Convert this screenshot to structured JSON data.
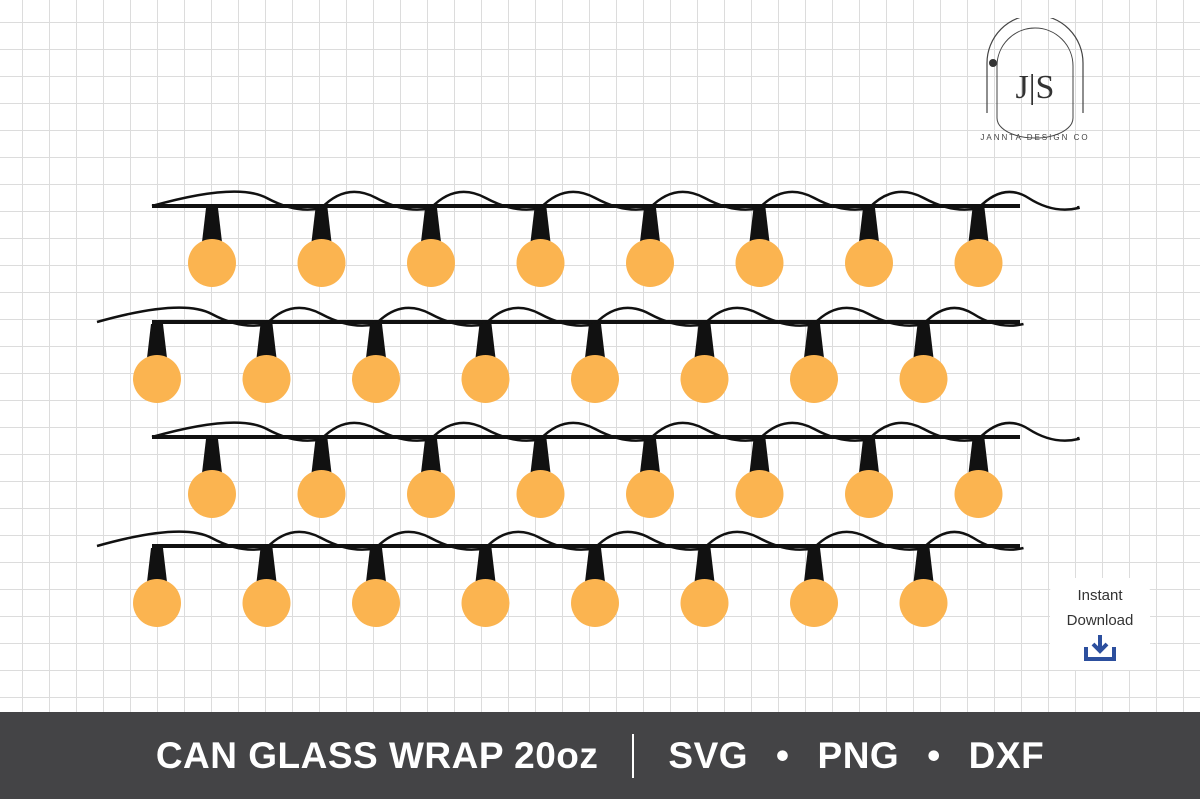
{
  "logo": {
    "monogram": "JS",
    "brand": "JANNTA DESIGN CO"
  },
  "badge": {
    "line1": "Instant",
    "line2": "Download",
    "icon": "download-icon"
  },
  "footer": {
    "product": "CAN GLASS WRAP 20oz",
    "formats": [
      "SVG",
      "PNG",
      "DXF"
    ],
    "bullet": "•"
  },
  "colors": {
    "bulb": "#FBB450",
    "wire": "#111111",
    "bar": "#444446"
  },
  "rows": [
    {
      "bulbs": 8,
      "offset": "right"
    },
    {
      "bulbs": 8,
      "offset": "left"
    },
    {
      "bulbs": 8,
      "offset": "right"
    },
    {
      "bulbs": 8,
      "offset": "left"
    }
  ]
}
